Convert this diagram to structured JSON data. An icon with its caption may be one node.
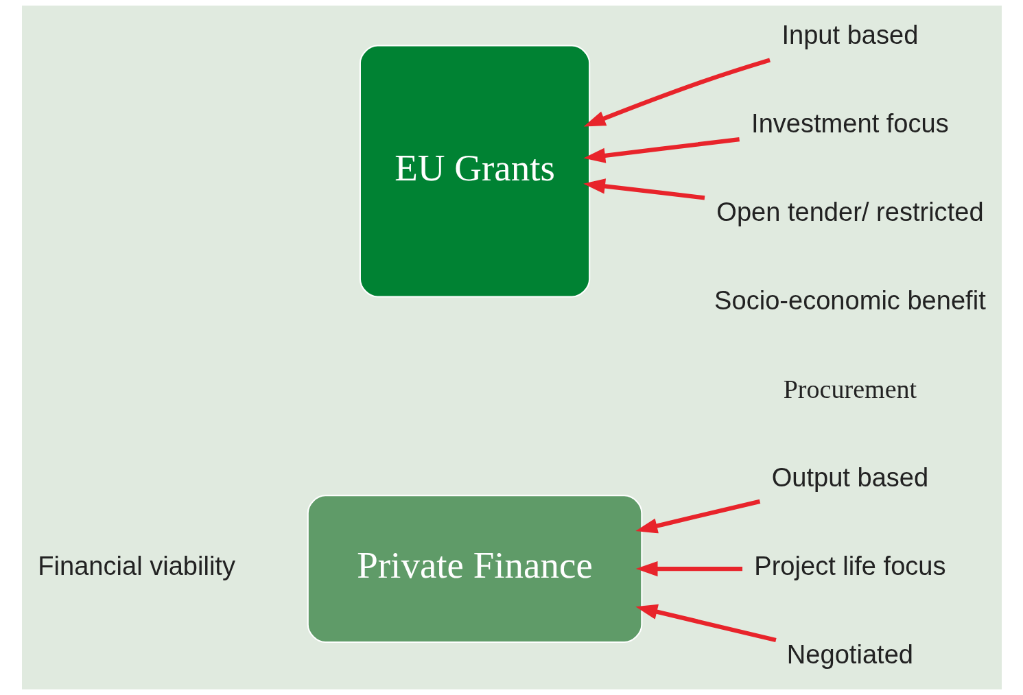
{
  "diagram": {
    "nodes": [
      {
        "text": [
          "Private Finance"
        ]
      },
      {
        "text": [
          "EU Grants"
        ]
      },
      {
        "text": [
          "Output based"
        ]
      },
      {
        "text": [
          "Project life focus"
        ]
      },
      {
        "text": [
          "Negotiated"
        ]
      },
      {
        "text": [
          "Input based"
        ]
      },
      {
        "text": [
          "Investment focus"
        ]
      },
      {
        "text": [
          "Open tender/ restricted"
        ]
      }
    ],
    "edges": [
      {
        "from": 2,
        "to": 0,
        "arrow": "to"
      },
      {
        "from": 3,
        "to": 0,
        "arrow": "to"
      },
      {
        "from": 4,
        "to": 0,
        "arrow": "to"
      },
      {
        "from": 5,
        "to": 1,
        "arrow": "to"
      },
      {
        "from": 6,
        "to": 1,
        "arrow": "to"
      },
      {
        "from": 7,
        "to": 1,
        "arrow": "to"
      }
    ],
    "labels": [
      "Financial viability",
      "Procurement",
      "Socio-economic benefit"
    ]
  }
}
